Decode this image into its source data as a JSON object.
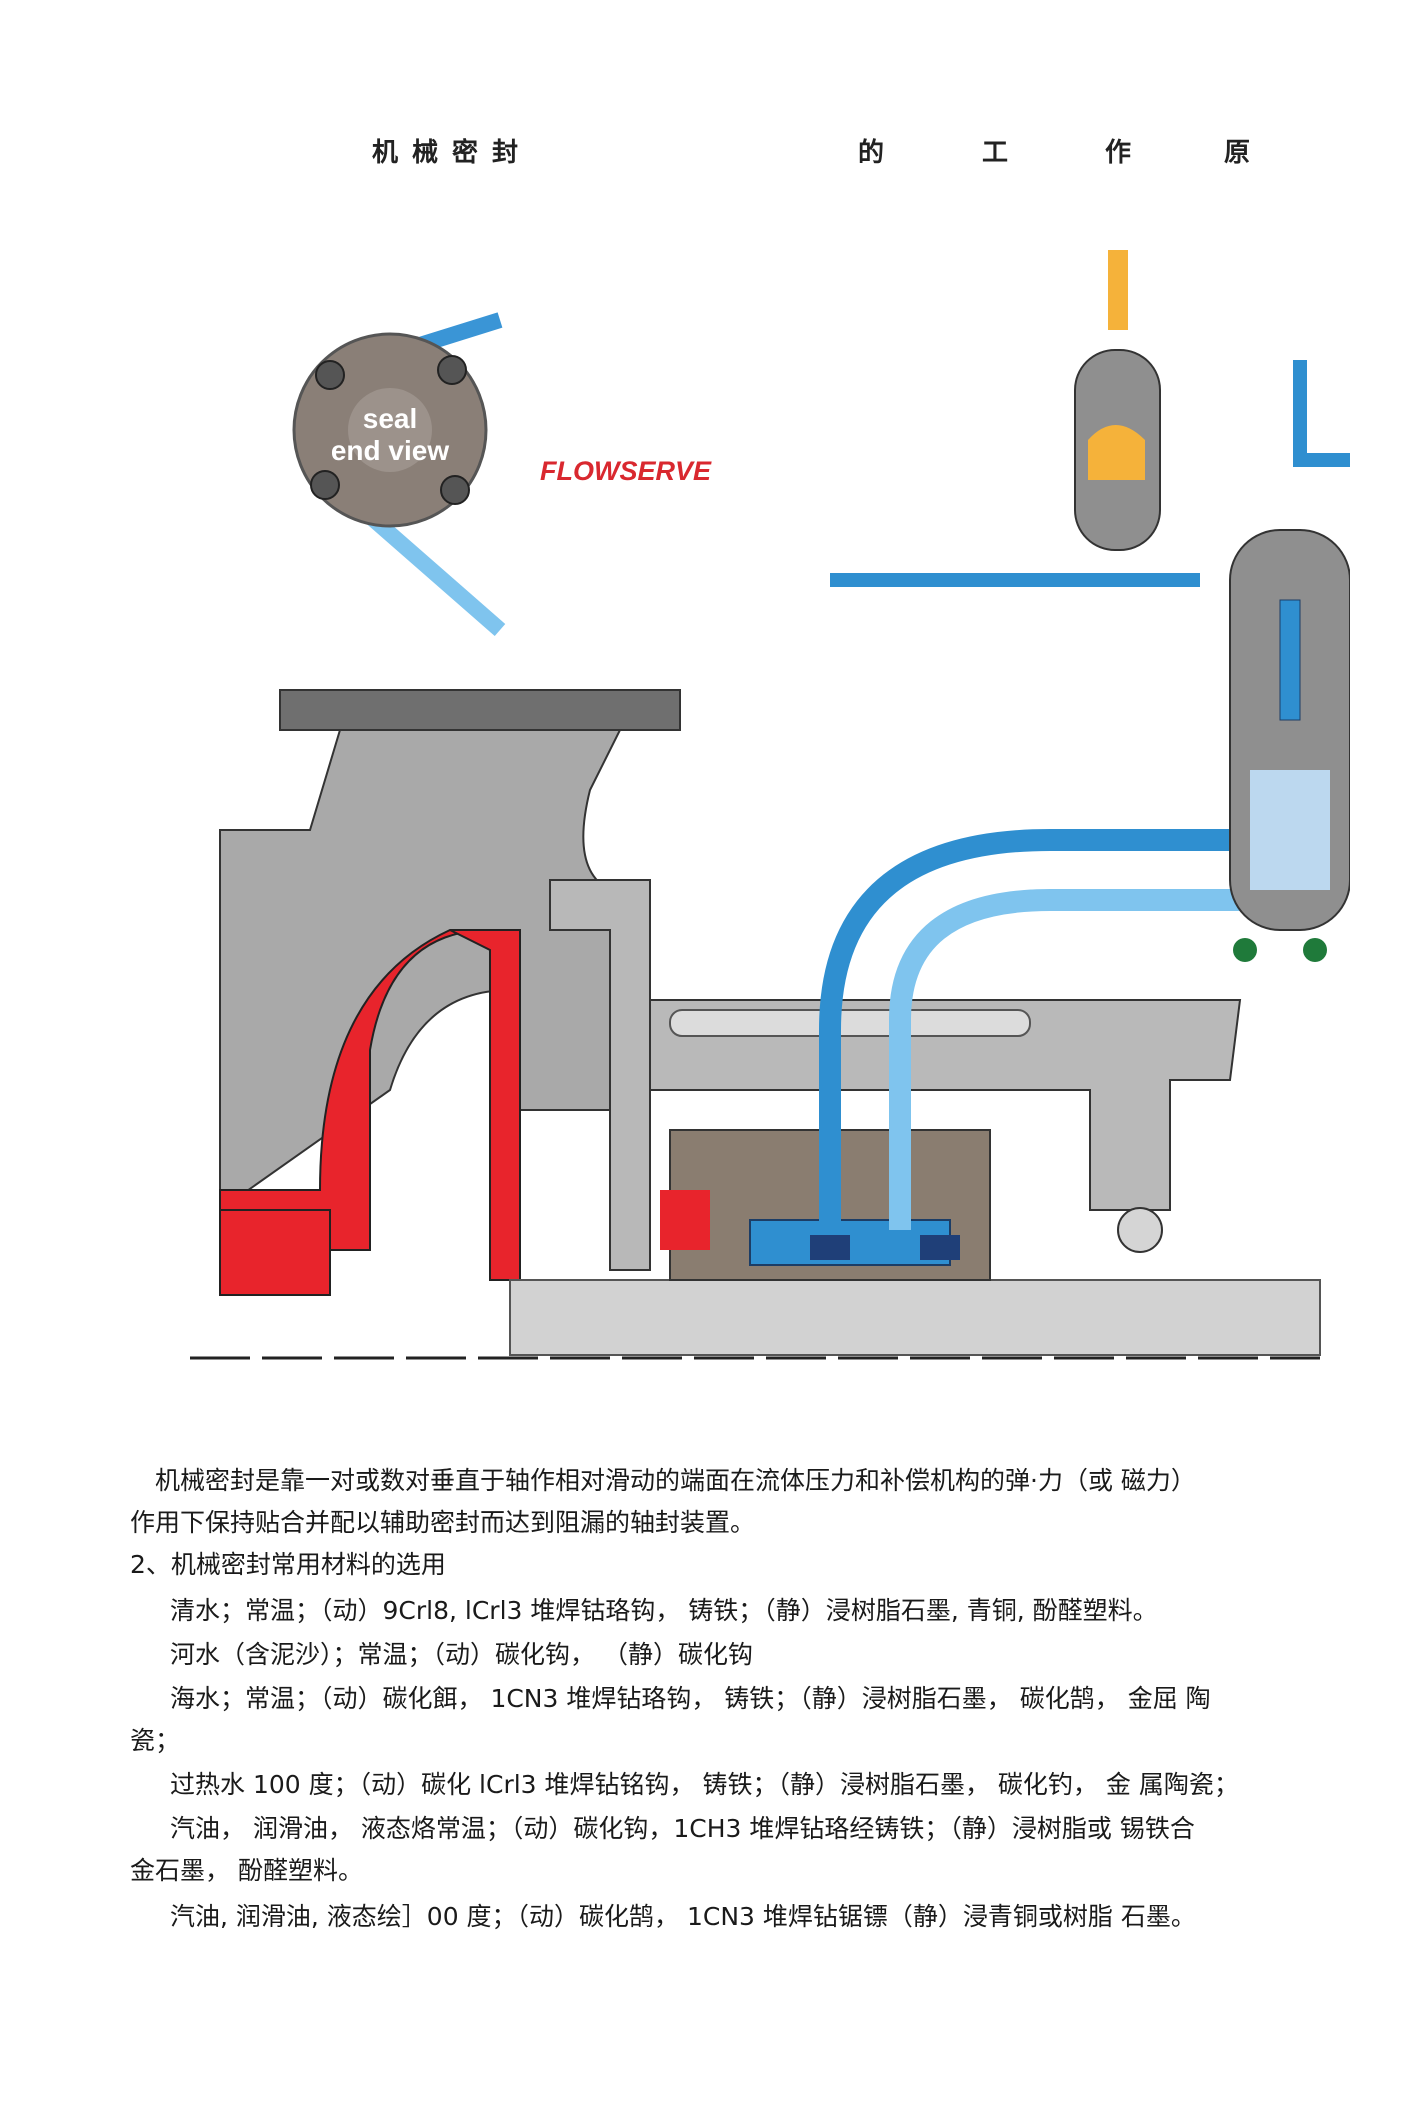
{
  "title": {
    "part1": "机械密封",
    "w1": "的",
    "w2": "工",
    "w3": "作",
    "w4": "原"
  },
  "figure": {
    "seal_label_1": "seal",
    "seal_label_2": "end view",
    "brand": "FLOWSERVE"
  },
  "body": {
    "para1_line1": "机械密封是靠一对或数对垂直于轴作相对滑动的端面在流体压力和补偿机构的弹·力（或 磁力）",
    "para1_line2": "作用下保持贴合并配以辅助密封而达到阻漏的轴封装置。",
    "heading2": "2、机械密封常用材料的选用",
    "item1": "清水；常温；（动）9Crl8, lCrl3 堆焊钴珞钩， 铸铁；（静）浸树脂石墨, 青铜, 酚醛塑料。",
    "item2": "河水（含泥沙）；常温；（动）碳化钩，  （静）碳化钩",
    "item3_line1": "海水；常温；（动）碳化餌， 1CN3 堆焊钻珞钩， 铸铁；（静）浸树脂石墨， 碳化鹄， 金屈 陶",
    "item3_line2": "瓷；",
    "item4": "过热水 100 度；（动）碳化 lCrl3 堆焊钻铭钩， 铸铁；（静）浸树脂石墨， 碳化钓， 金 属陶瓷；",
    "item5_line1": "汽油， 润滑油， 液态烙常温；（动）碳化钩，1CH3 堆焊钻珞经铸铁；（静）浸树脂或 锡铁合",
    "item5_line2": "金石墨， 酚醛塑料。",
    "item6": "汽油, 润滑油, 液态绘］00 度；（动）碳化鹄， 1CN3 堆焊钻锯镖（静）浸青铜或树脂  石墨。"
  },
  "colors": {
    "blue": "#2f8fd0",
    "light_blue": "#7fc4ee",
    "red": "#e8242c",
    "gray": "#9a9a9a",
    "brand_red": "#d9282f"
  }
}
